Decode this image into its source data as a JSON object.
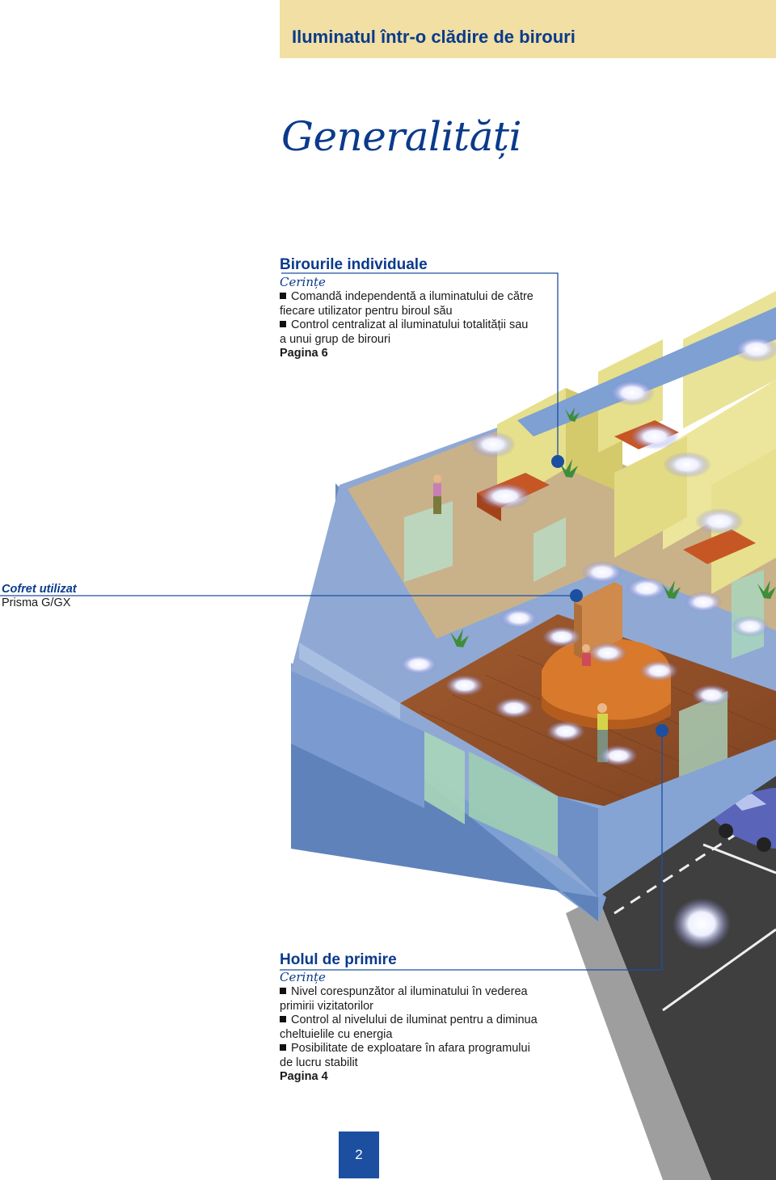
{
  "header": {
    "title": "Iluminatul într-o clădire de birouri"
  },
  "main_title": "Generalități",
  "offices": {
    "heading": "Birourile individuale",
    "subheading": "Cerințe",
    "bullets": [
      {
        "line1": "Comandă independentă a iluminatului de către",
        "line2": "fiecare utilizator pentru biroul său"
      },
      {
        "line1": "Control centralizat al iluminatului totalității sau",
        "line2": "a unui grup de birouri"
      }
    ],
    "page_ref": "Pagina 6"
  },
  "cofret": {
    "label": "Cofret utilizat",
    "value": "Prisma G/GX"
  },
  "lobby": {
    "heading": "Holul de primire",
    "subheading": "Cerințe",
    "bullets": [
      {
        "line1": "Nivel corespunzător al iluminatului în vederea",
        "line2": "primirii vizitatorilor"
      },
      {
        "line1": "Control al nivelului de iluminat pentru a diminua",
        "line2": "cheltuielile cu energia"
      },
      {
        "line1": "Posibilitate de exploatare în afara programului",
        "line2": "de lucru stabilit"
      }
    ],
    "page_ref": "Pagina 4"
  },
  "page_number": "2",
  "colors": {
    "brand_blue": "#0a3a8c",
    "header_band": "#f1dfa3",
    "page_box": "#1c4fa0"
  }
}
